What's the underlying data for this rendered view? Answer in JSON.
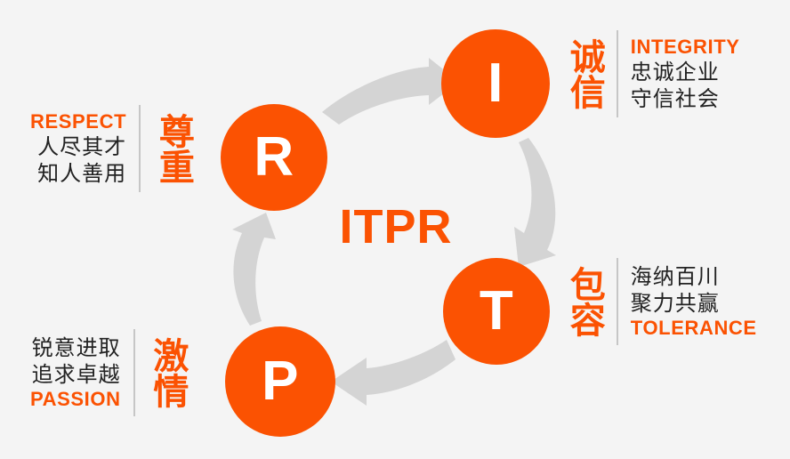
{
  "diagram": {
    "center_acronym": "ITPR",
    "background_color": "#f4f4f4",
    "accent_color": "#fb5202",
    "arrow_color": "#d4d4d4",
    "text_color": "#222222",
    "nodes": [
      {
        "letter": "R",
        "name": "respect"
      },
      {
        "letter": "I",
        "name": "integrity"
      },
      {
        "letter": "T",
        "name": "tolerance"
      },
      {
        "letter": "P",
        "name": "passion"
      }
    ],
    "blocks": {
      "respect": {
        "cn_title": "尊重",
        "en_label": "RESPECT",
        "cn_lines": [
          "人尽其才",
          "知人善用"
        ]
      },
      "integrity": {
        "cn_title": "诚信",
        "en_label": "INTEGRITY",
        "cn_lines": [
          "忠诚企业",
          "守信社会"
        ]
      },
      "tolerance": {
        "cn_title": "包容",
        "en_label": "TOLERANCE",
        "cn_lines": [
          "海纳百川",
          "聚力共赢"
        ]
      },
      "passion": {
        "cn_title": "激情",
        "en_label": "PASSION",
        "cn_lines": [
          "锐意进取",
          "追求卓越"
        ]
      }
    },
    "arrows": [
      {
        "name": "arrow-r-to-i",
        "from": "R",
        "to": "I"
      },
      {
        "name": "arrow-i-to-t",
        "from": "I",
        "to": "T"
      },
      {
        "name": "arrow-t-to-p",
        "from": "T",
        "to": "P"
      },
      {
        "name": "arrow-p-to-r",
        "from": "P",
        "to": "R"
      }
    ]
  }
}
